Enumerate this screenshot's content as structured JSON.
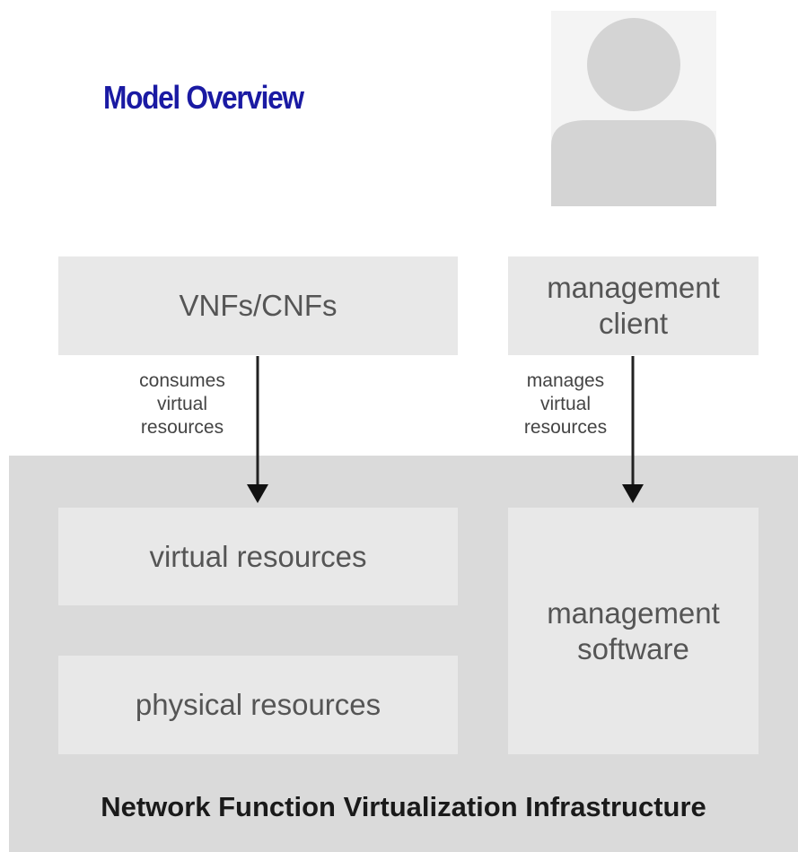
{
  "title": "Model Overview",
  "icons": {
    "avatar": "user-avatar-icon"
  },
  "nodes": {
    "vnfs": "VNFs/CNFs",
    "mgmt_client": [
      "management",
      "client"
    ],
    "virtual_resources": "virtual resources",
    "physical_resources": "physical resources",
    "mgmt_software": [
      "management",
      "software"
    ]
  },
  "edges": {
    "consumes": [
      "consumes",
      "virtual",
      "resources"
    ],
    "manages": [
      "manages",
      "virtual",
      "resources"
    ]
  },
  "container": {
    "label": "Network Function Virtualization Infrastructure"
  },
  "colors": {
    "title": "#1a1aa3",
    "box": "#e8e8e8",
    "container": "#dadada",
    "avatar": "#d4d4d4"
  }
}
